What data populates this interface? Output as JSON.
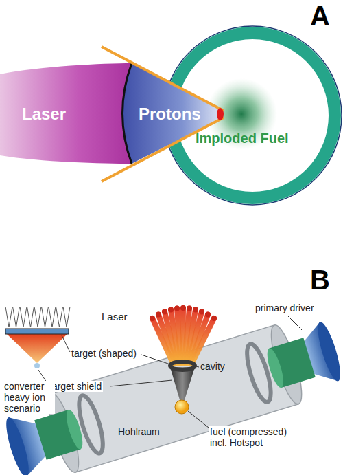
{
  "diagram": {
    "nodes": [
      {
        "text": [
          "Laser"
        ]
      },
      {
        "text": [
          "Protons"
        ]
      }
    ],
    "labels": [
      "A",
      "Imploded Fuel",
      "B",
      "Laser",
      "target (shaped)",
      "cavity",
      "target shield",
      "primary driver",
      "converter heavy ion scenario",
      "Hohlraum",
      "fuel (compressed) incl. Hotspot"
    ]
  }
}
